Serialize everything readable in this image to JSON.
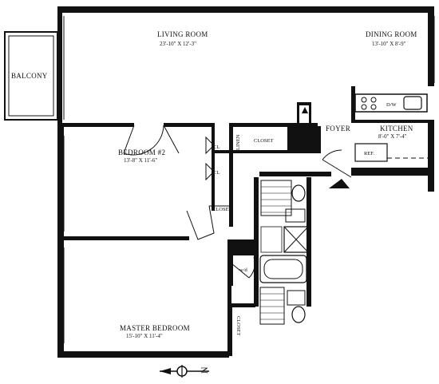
{
  "rooms": {
    "balcony": {
      "name": "BALCONY"
    },
    "living_room": {
      "name": "LIVING ROOM",
      "dims": "23'-10\" x 12'-3\""
    },
    "dining_room": {
      "name": "DINING ROOM",
      "dims": "13'-10\" x 8'-9\""
    },
    "bedroom2": {
      "name": "BEDROOM #2",
      "dims": "13'-8\" x 11'-6\""
    },
    "master_bedroom": {
      "name": "MASTER BEDROOM",
      "dims": "15'-10\" x 11'-4\""
    },
    "kitchen": {
      "name": "KITCHEN",
      "dims": "8'-0\" x 7'-4\""
    },
    "foyer": {
      "name": "FOYER"
    }
  },
  "closets": {
    "cl_a": "CL",
    "cl_b": "CL",
    "linen": "LINEN",
    "closet_hall": "CLOSET",
    "closet_bed2": "CLOSET",
    "closet_master": "CLOSET",
    "wd": "w/d"
  },
  "fixtures": {
    "dishwasher": "D/W",
    "refrigerator": "REF."
  },
  "compass": {
    "label": "N"
  }
}
